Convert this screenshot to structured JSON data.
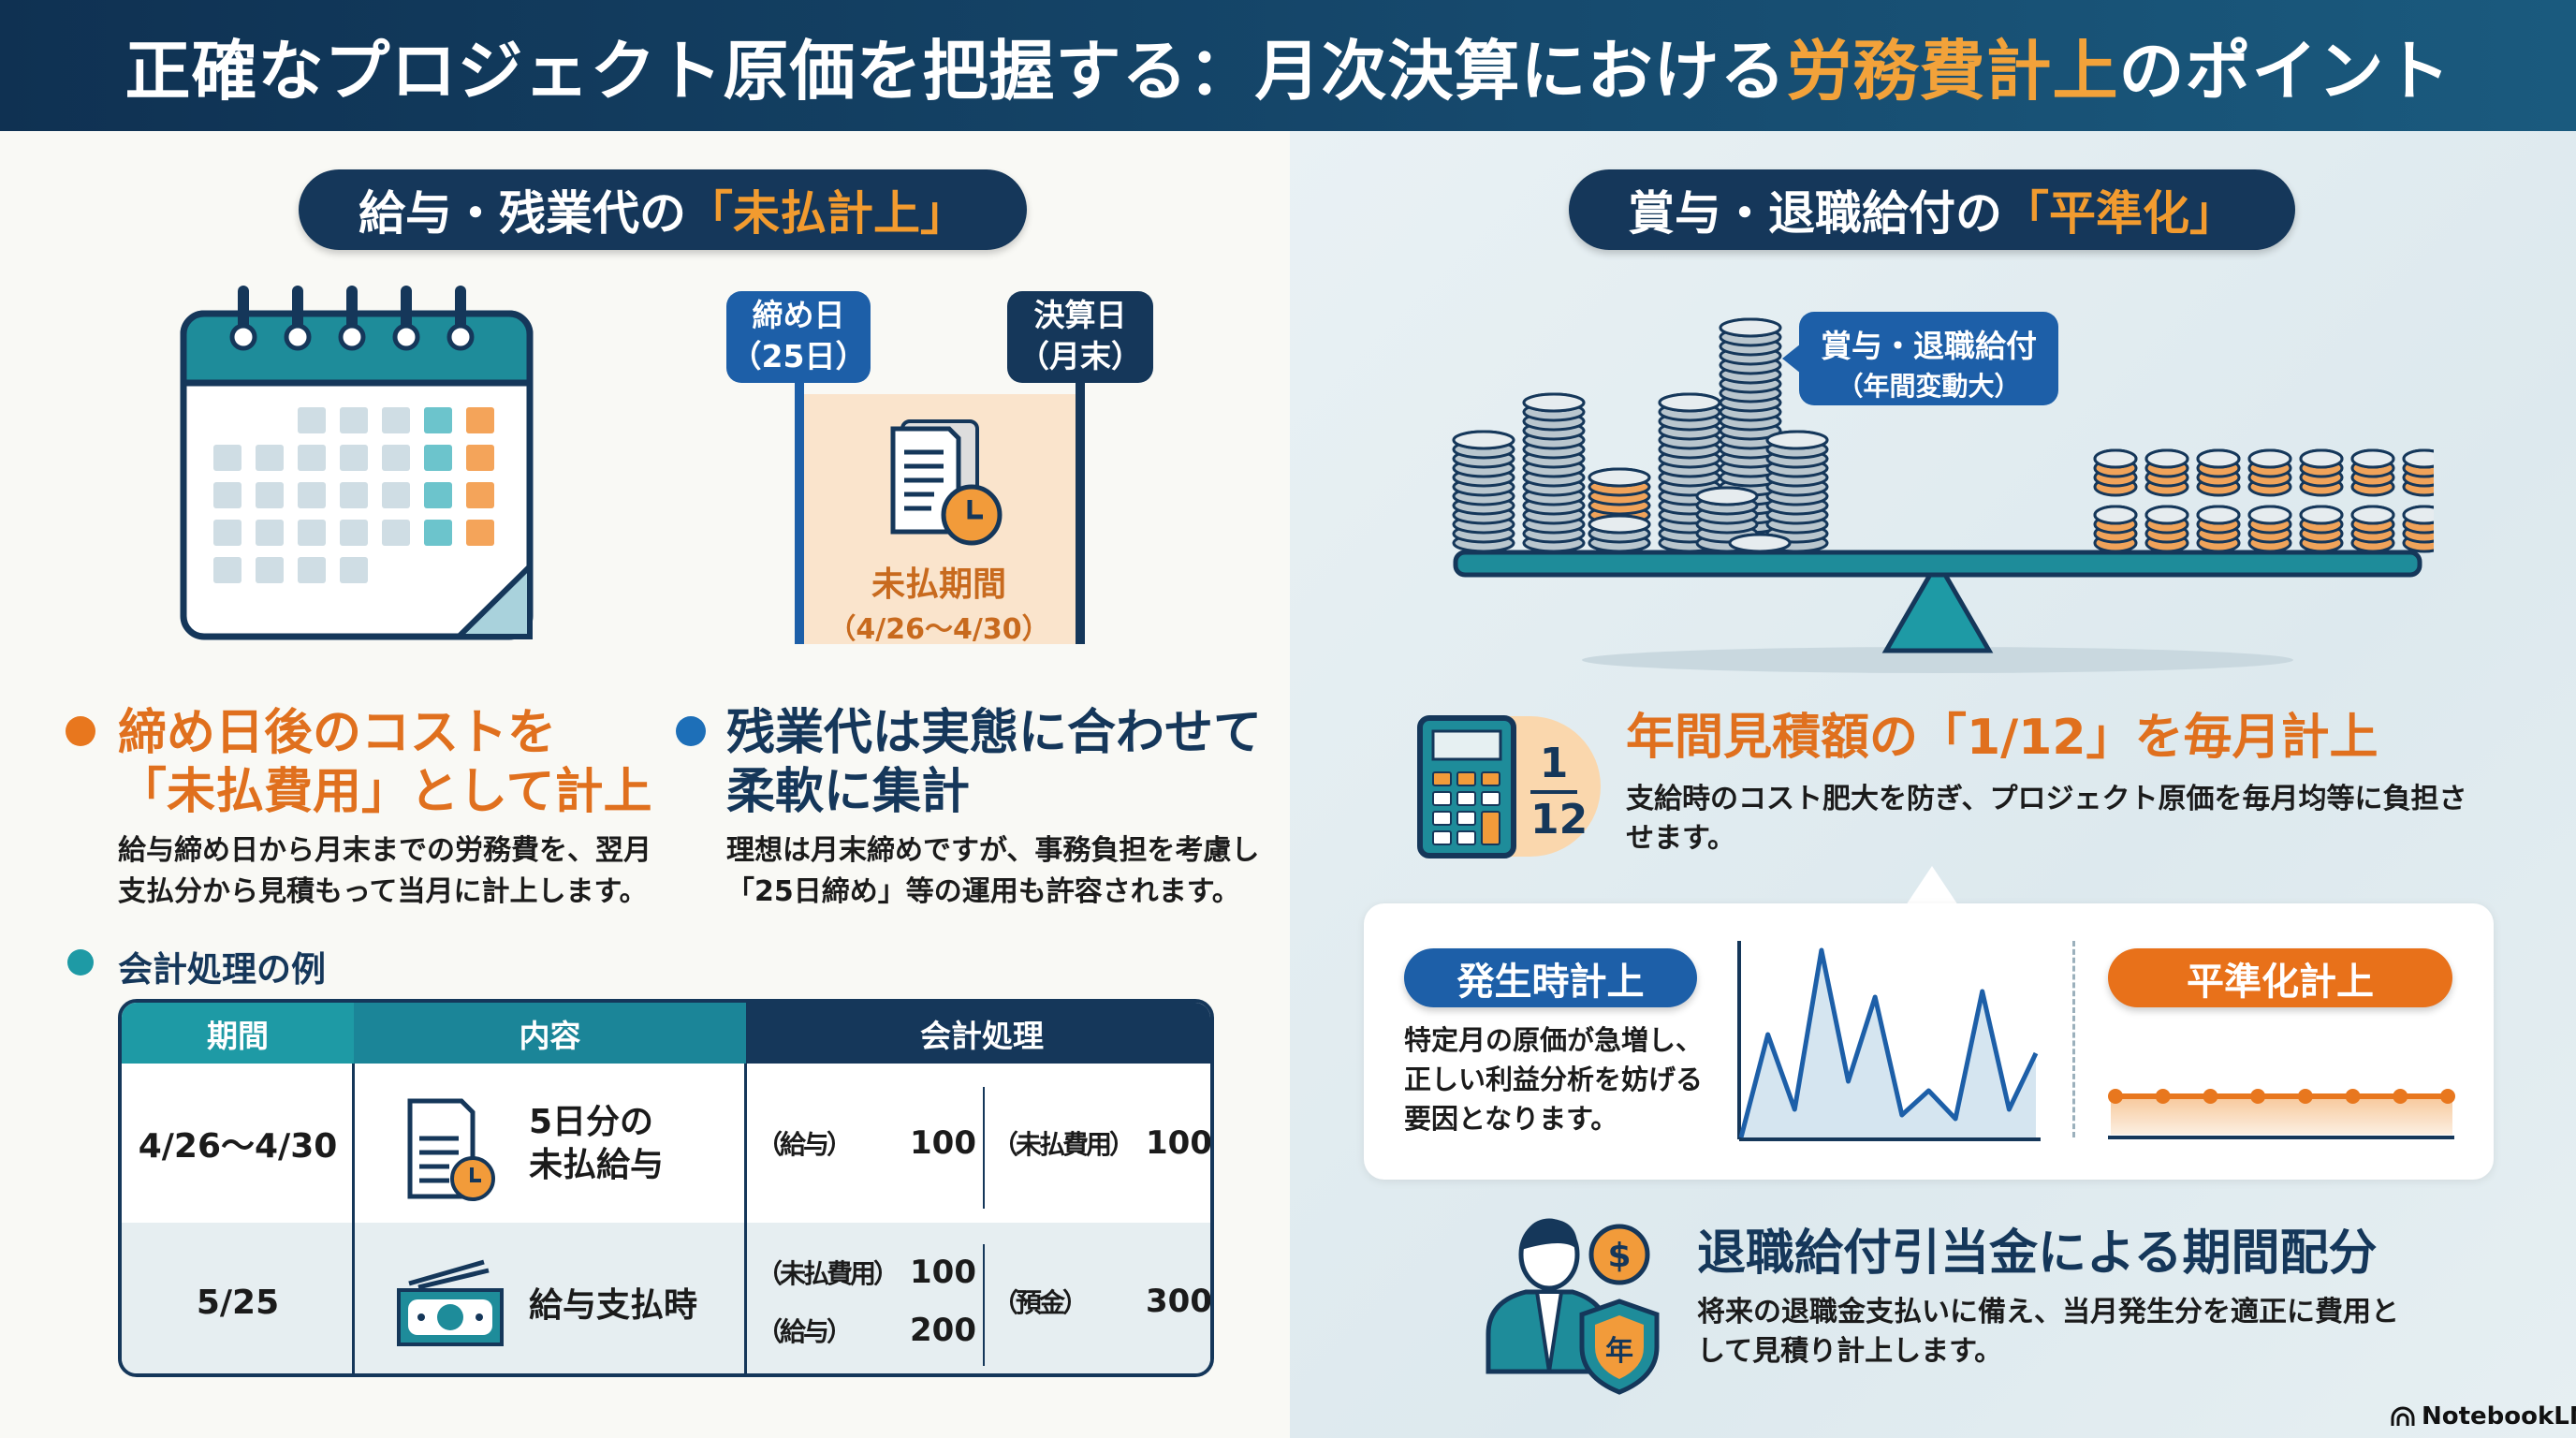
{
  "header": {
    "title_pre": "正確なプロジェクト原価を把握する：月次決算における",
    "title_highlight": "労務費計上",
    "title_post": "のポイント"
  },
  "left": {
    "section_title_pre": "給与・残業代の",
    "section_title_highlight": "「未払計上」",
    "timeline": {
      "closing_label": "締め日",
      "closing_sub": "（25日）",
      "settlement_label": "決算日",
      "settlement_sub": "（月末）",
      "unpaid_label": "未払期間",
      "unpaid_range": "（4/26〜4/30）"
    },
    "bullets": [
      {
        "heading_l1": "締め日後のコストを",
        "heading_l2": "「未払費用」として計上",
        "body_l1": "給与締め日から月末までの労務費を、翌月",
        "body_l2": "支払分から見積もって当月に計上します。",
        "color": "#e8771e"
      },
      {
        "heading_l1": "残業代は実態に合わせて",
        "heading_l2": "柔軟に集計",
        "body_l1": "理想は月末締めですが、事務負担を考慮し",
        "body_l2": "「25日締め」等の運用も許容されます。",
        "color": "#1d6fb8"
      }
    ],
    "example_title": "会計処理の例",
    "table": {
      "headers": [
        "期間",
        "内容",
        "会計処理"
      ],
      "rows": [
        {
          "period": "4/26〜4/30",
          "content_l1": "5日分の",
          "content_l2": "未払給与",
          "debit": [
            {
              "acct": "（給与）",
              "amt": "100"
            }
          ],
          "credit": [
            {
              "acct": "（未払費用）",
              "amt": "100"
            }
          ]
        },
        {
          "period": "5/25",
          "content_l1": "給与支払時",
          "debit": [
            {
              "acct": "（未払費用）",
              "amt": "100"
            },
            {
              "acct": "（給与）",
              "amt": "200"
            }
          ],
          "credit": [
            {
              "acct": "（預金）",
              "amt": "300"
            }
          ]
        }
      ]
    }
  },
  "right": {
    "section_title_pre": "賞与・退職給付の",
    "section_title_highlight": "「平準化」",
    "callout_l1": "賞与・退職給付",
    "callout_l2": "（年間変動大）",
    "fraction_num": "1",
    "fraction_den": "12",
    "monthly_heading": "年間見積額の「1/12」を毎月計上",
    "monthly_body_l1": "支給時のコスト肥大を防ぎ、プロジェクト原価を毎月均等に負担さ",
    "monthly_body_l2": "せます。",
    "compare": {
      "accrual_label": "発生時計上",
      "accrual_body": [
        "特定月の原価が急増し、",
        "正しい利益分析を妨げる",
        "要因となります。"
      ],
      "smoothed_label": "平準化計上"
    },
    "retirement_heading": "退職給付引当金による期間配分",
    "retirement_body_l1": "将来の退職金支払いに備え、当月発生分を適正に費用と",
    "retirement_body_l2": "して見積り計上します。",
    "shield_char": "年",
    "coin_char": "$"
  },
  "chart_data": [
    {
      "type": "area",
      "title": "発生時計上",
      "values": [
        0,
        0.55,
        0.15,
        1.0,
        0.3,
        0.75,
        0.12,
        0.25,
        0.1,
        0.78,
        0.15,
        0.45
      ],
      "ylim": [
        0,
        1
      ],
      "color": "#1d5fa8"
    },
    {
      "type": "line",
      "title": "平準化計上",
      "values": [
        0.5,
        0.5,
        0.5,
        0.5,
        0.5,
        0.5,
        0.5,
        0.5
      ],
      "ylim": [
        0,
        1
      ],
      "color": "#e8771e"
    }
  ],
  "footer": {
    "brand": "NotebookLM"
  }
}
